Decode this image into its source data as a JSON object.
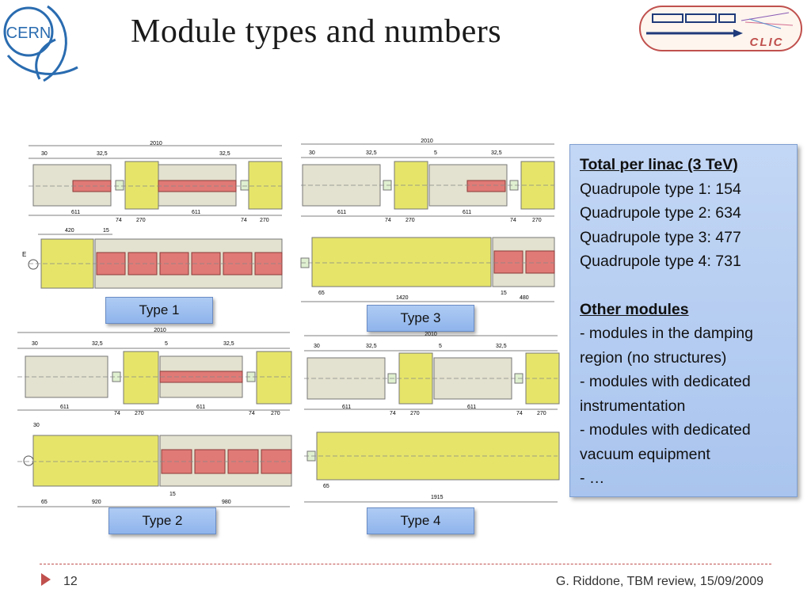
{
  "title": "Module types and numbers",
  "logos": {
    "cern_text": "CERN",
    "clic_text": "CLIC"
  },
  "diagrams": {
    "type1": {
      "label": "Type 1",
      "dims_top": [
        "2010",
        "30",
        "32,5",
        "32,5"
      ],
      "dims_bottom": [
        "611",
        "74",
        "270",
        "611",
        "74",
        "270"
      ],
      "dims_lower": [
        "420",
        "15"
      ],
      "side_label": "E"
    },
    "type2": {
      "label": "Type 2",
      "dims_top": [
        "2010",
        "30",
        "32,5",
        "5",
        "32,5"
      ],
      "dims_bottom": [
        "611",
        "74",
        "270",
        "611",
        "74",
        "270"
      ],
      "dims_lower_top": [
        "30"
      ],
      "dims_lower": [
        "65",
        "920",
        "15",
        "980"
      ]
    },
    "type3": {
      "label": "Type 3",
      "dims_top": [
        "2010",
        "30",
        "32,5",
        "5",
        "32,5"
      ],
      "dims_bottom": [
        "611",
        "74",
        "270",
        "611",
        "74",
        "270"
      ],
      "dims_lower": [
        "65",
        "1420",
        "15",
        "480"
      ]
    },
    "type4": {
      "label": "Type 4",
      "dims_top": [
        "2010",
        "30",
        "32,5",
        "5",
        "32,5"
      ],
      "dims_bottom": [
        "611",
        "74",
        "270",
        "611",
        "74",
        "270"
      ],
      "dims_lower": [
        "65",
        "1915"
      ]
    }
  },
  "info": {
    "heading1": "Total per linac (3 TeV)",
    "quads": [
      "Quadrupole type 1: 154",
      "Quadrupole type 2: 634",
      "Quadrupole type 3: 477",
      "Quadrupole type 4: 731"
    ],
    "heading2": "Other modules",
    "lines": [
      "- modules in the damping",
      "region (no structures)",
      "- modules with dedicated",
      "instrumentation",
      "- modules with dedicated",
      "vacuum equipment",
      "- …"
    ]
  },
  "footer": {
    "page": "12",
    "credit": "G. Riddone, TBM review, 15/09/2009"
  },
  "colors": {
    "accent": "#c0504d",
    "label_blue": "#9dbef0",
    "quad_yellow": "#e6e56a",
    "structure_red": "#e07a76",
    "beam_grey": "#e3e1cf"
  }
}
